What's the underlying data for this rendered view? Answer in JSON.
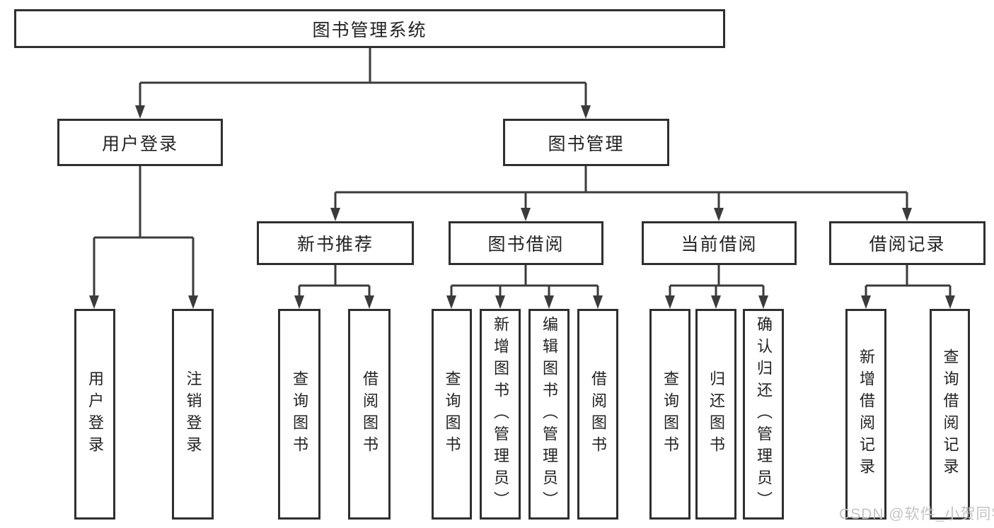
{
  "diagram": {
    "title": "图书管理系统",
    "nodes": {
      "root": {
        "label": "图书管理系统"
      },
      "level1": [
        {
          "label": "用户登录"
        },
        {
          "label": "图书管理"
        }
      ],
      "level2": [
        {
          "label": "新书推荐"
        },
        {
          "label": "图书借阅"
        },
        {
          "label": "当前借阅"
        },
        {
          "label": "借阅记录"
        }
      ],
      "leaves_user_login": [
        {
          "label": "用户登录"
        },
        {
          "label": "注销登录"
        }
      ],
      "leaves_new_books": [
        {
          "label": "查询图书"
        },
        {
          "label": "借阅图书"
        }
      ],
      "leaves_book_borrow": [
        {
          "label": "查询图书"
        },
        {
          "label": "新增图书（管理员）"
        },
        {
          "label": "编辑图书（管理员）"
        },
        {
          "label": "借阅图书"
        }
      ],
      "leaves_current_borrow": [
        {
          "label": "查询图书"
        },
        {
          "label": "归还图书"
        },
        {
          "label": "确认归还（管理员）"
        }
      ],
      "leaves_borrow_records": [
        {
          "label": "新增借阅记录"
        },
        {
          "label": "查询借阅记录"
        }
      ]
    },
    "colors": {
      "line": "#3b3b3b",
      "box_border": "#2f2f2f",
      "text": "#222222",
      "background": "#ffffff"
    }
  },
  "watermark": {
    "text": "CSDN @软件_小贺同学",
    "color": "#c6c3c3"
  }
}
